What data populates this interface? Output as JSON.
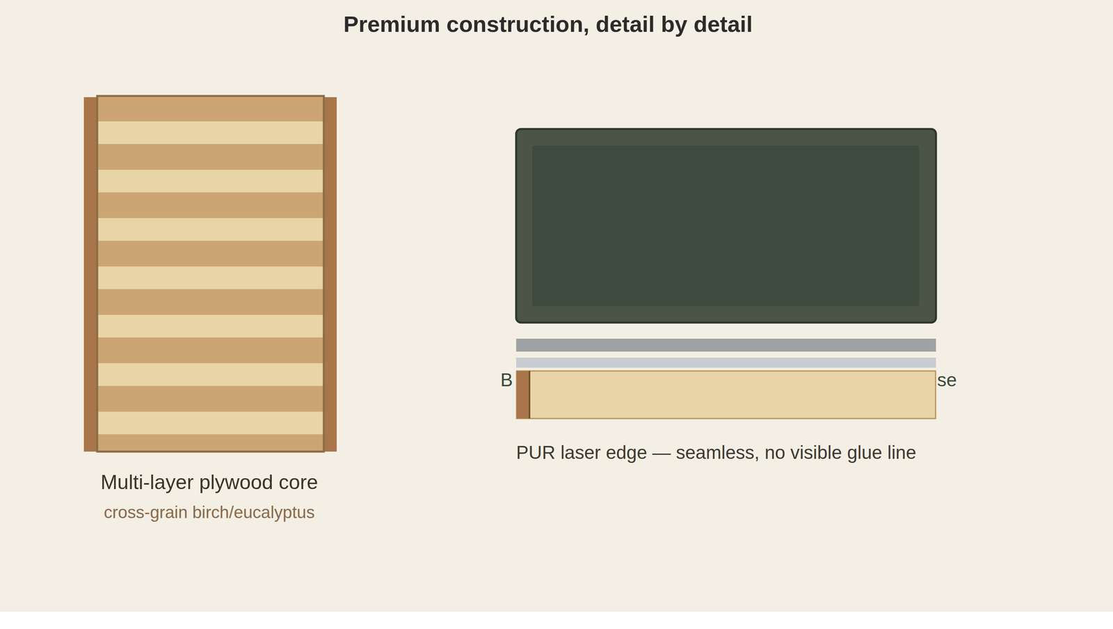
{
  "diagram": {
    "title": "Premium construction, detail by detail",
    "labels": [
      "Multi-layer plywood core",
      "cross-grain birch/eucalyptus",
      "B",
      "se",
      "PUR laser edge — seamless, no visible glue line"
    ]
  }
}
